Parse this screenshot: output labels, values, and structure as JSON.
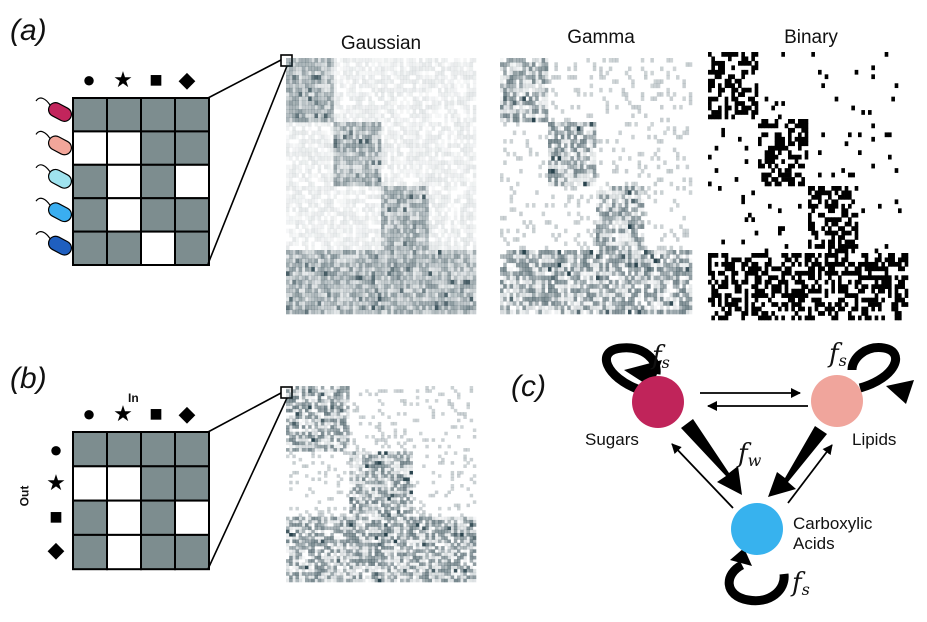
{
  "labels": {
    "panel_a": "(a)",
    "panel_b": "(b)",
    "panel_c": "(c)"
  },
  "heatmaps": {
    "gaussian_title": "Gaussian",
    "gamma_title": "Gamma",
    "binary_title": "Binary"
  },
  "resource_symbols": [
    "●",
    "★",
    "■",
    "◆"
  ],
  "panel_b_axes": {
    "in_label": "In",
    "out_label": "Out"
  },
  "panel_a_matrix": [
    [
      1,
      1,
      1,
      1
    ],
    [
      0,
      0,
      1,
      1
    ],
    [
      1,
      0,
      1,
      0
    ],
    [
      1,
      0,
      1,
      1
    ],
    [
      1,
      1,
      0,
      1
    ]
  ],
  "panel_b_matrix": [
    [
      1,
      1,
      1,
      1
    ],
    [
      0,
      0,
      1,
      1
    ],
    [
      1,
      0,
      1,
      0
    ],
    [
      1,
      0,
      1,
      1
    ]
  ],
  "microbe_colors": [
    "#c2255c",
    "#f2a69a",
    "#9fe3ef",
    "#3aaef0",
    "#1f5fbf"
  ],
  "network": {
    "nodes": [
      {
        "name": "Sugars",
        "color": "#c0245a"
      },
      {
        "name": "Lipids",
        "color": "#f0a59c"
      },
      {
        "name": "Carboxylic Acids",
        "color": "#37b2ee"
      }
    ],
    "label_carboxylic_line1": "Carboxylic",
    "label_carboxylic_line2": "Acids",
    "f_s": "f",
    "f_s_sub": "s",
    "f_w": "f",
    "f_w_sub": "w"
  },
  "colors": {
    "matrix_filled": "#7d8d8f",
    "matrix_empty": "#ffffff",
    "heat_dark": "#1f3a44"
  }
}
